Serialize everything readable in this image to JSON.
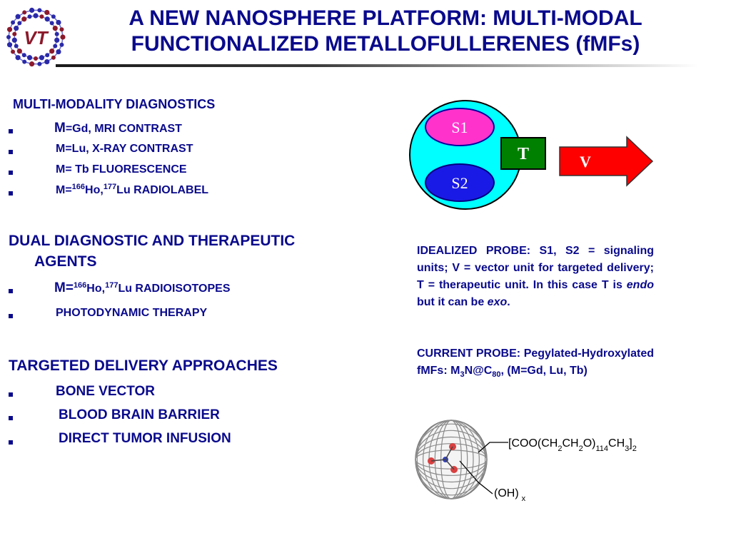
{
  "header": {
    "title_line1": "A NEW NANOSPHERE  PLATFORM: MULTI-MODAL",
    "title_line2": "FUNCTIONALIZED METALLOFULLERENES (fMFs)",
    "logo_text": "VT"
  },
  "section1": {
    "heading": "MULTI-MODALITY DIAGNOSTICS",
    "items": {
      "gd_m": "M",
      "gd_rest": "=Gd, MRI CONTRAST",
      "lu": "M=Lu, X-RAY CONTRAST",
      "tb": "M= Tb FLUORESCENCE",
      "label_prefix": "M=",
      "label_sup1": "166",
      "label_mid": "Ho,",
      "label_sup2": "177",
      "label_rest": "Lu RADIOLABEL"
    }
  },
  "section2": {
    "heading_line1": "DUAL DIAGNOSTIC AND THERAPEUTIC",
    "heading_line2": "AGENTS",
    "items": {
      "iso_prefix": "M=",
      "iso_sup1": "166",
      "iso_mid": "Ho,",
      "iso_sup2": "177",
      "iso_rest": "Lu RADIOISOTOPES",
      "pdt": "PHOTODYNAMIC THERAPY"
    }
  },
  "section3": {
    "heading": "TARGETED DELIVERY APPROACHES",
    "items": [
      "BONE VECTOR",
      "BLOOD BRAIN BARRIER",
      "DIRECT TUMOR INFUSION"
    ]
  },
  "probe_diagram": {
    "s1": "S1",
    "s2": "S2",
    "t": "T",
    "v": "V",
    "colors": {
      "sphere": "#00ffff",
      "s1": "#ff33cc",
      "s2": "#1a1ae6",
      "t": "#008000",
      "v": "#ff0000"
    }
  },
  "description": {
    "idealized_main": "IDEALIZED PROBE: S1, S2 = signaling units; V = vector unit for targeted delivery; T = therapeutic unit. In this case T is ",
    "endo": "endo",
    "idealized_mid": " but it can be ",
    "exo": "exo",
    "idealized_end": ".",
    "current_a": "CURRENT PROBE:  Pegylated-Hydroxylated fMFs: M",
    "current_sub1": "3",
    "current_b": "N@C",
    "current_sub2": "80",
    "current_c": ", (M=Gd, Lu, Tb)"
  },
  "molecule": {
    "chain_a": "[COO(CH",
    "chain_sub1": "2",
    "chain_b": "CH",
    "chain_sub2": "2",
    "chain_c": "O)",
    "chain_sub3": "114",
    "chain_d": "CH",
    "chain_sub4": "3",
    "chain_e": "]",
    "chain_sub5": "2",
    "oh": "(OH)",
    "oh_sub": "x"
  }
}
